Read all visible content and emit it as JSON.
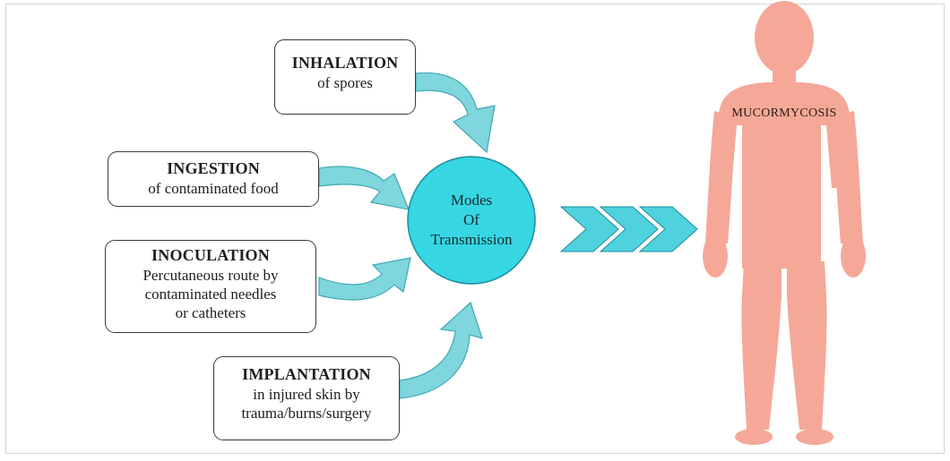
{
  "modes": [
    {
      "id": "inhalation",
      "title": "INHALATION",
      "lines": [
        "of spores"
      ]
    },
    {
      "id": "ingestion",
      "title": "INGESTION",
      "lines": [
        "of contaminated food"
      ]
    },
    {
      "id": "inoculation",
      "title": "INOCULATION",
      "lines": [
        "Percutaneous route by",
        "contaminated needles",
        "or catheters"
      ]
    },
    {
      "id": "implantation",
      "title": "IMPLANTATION",
      "lines": [
        "in injured skin by",
        "trauma/burns/surgery"
      ]
    }
  ],
  "hub": {
    "lines": [
      "Modes",
      "Of",
      "Transmission"
    ]
  },
  "body_label": "MUCORMYCOSIS",
  "colors": {
    "arrow_fill": "#7fd6dc",
    "arrow_stroke": "#3fa9b4",
    "hub_fill": "#36d6e3",
    "hub_stroke": "#1a8e9a",
    "chevron_fill": "#4fd2de",
    "body_fill": "#f5a897",
    "box_border": "#3a3a3a"
  },
  "icons": [
    "curved-arrow",
    "chevron-right",
    "human-silhouette"
  ]
}
